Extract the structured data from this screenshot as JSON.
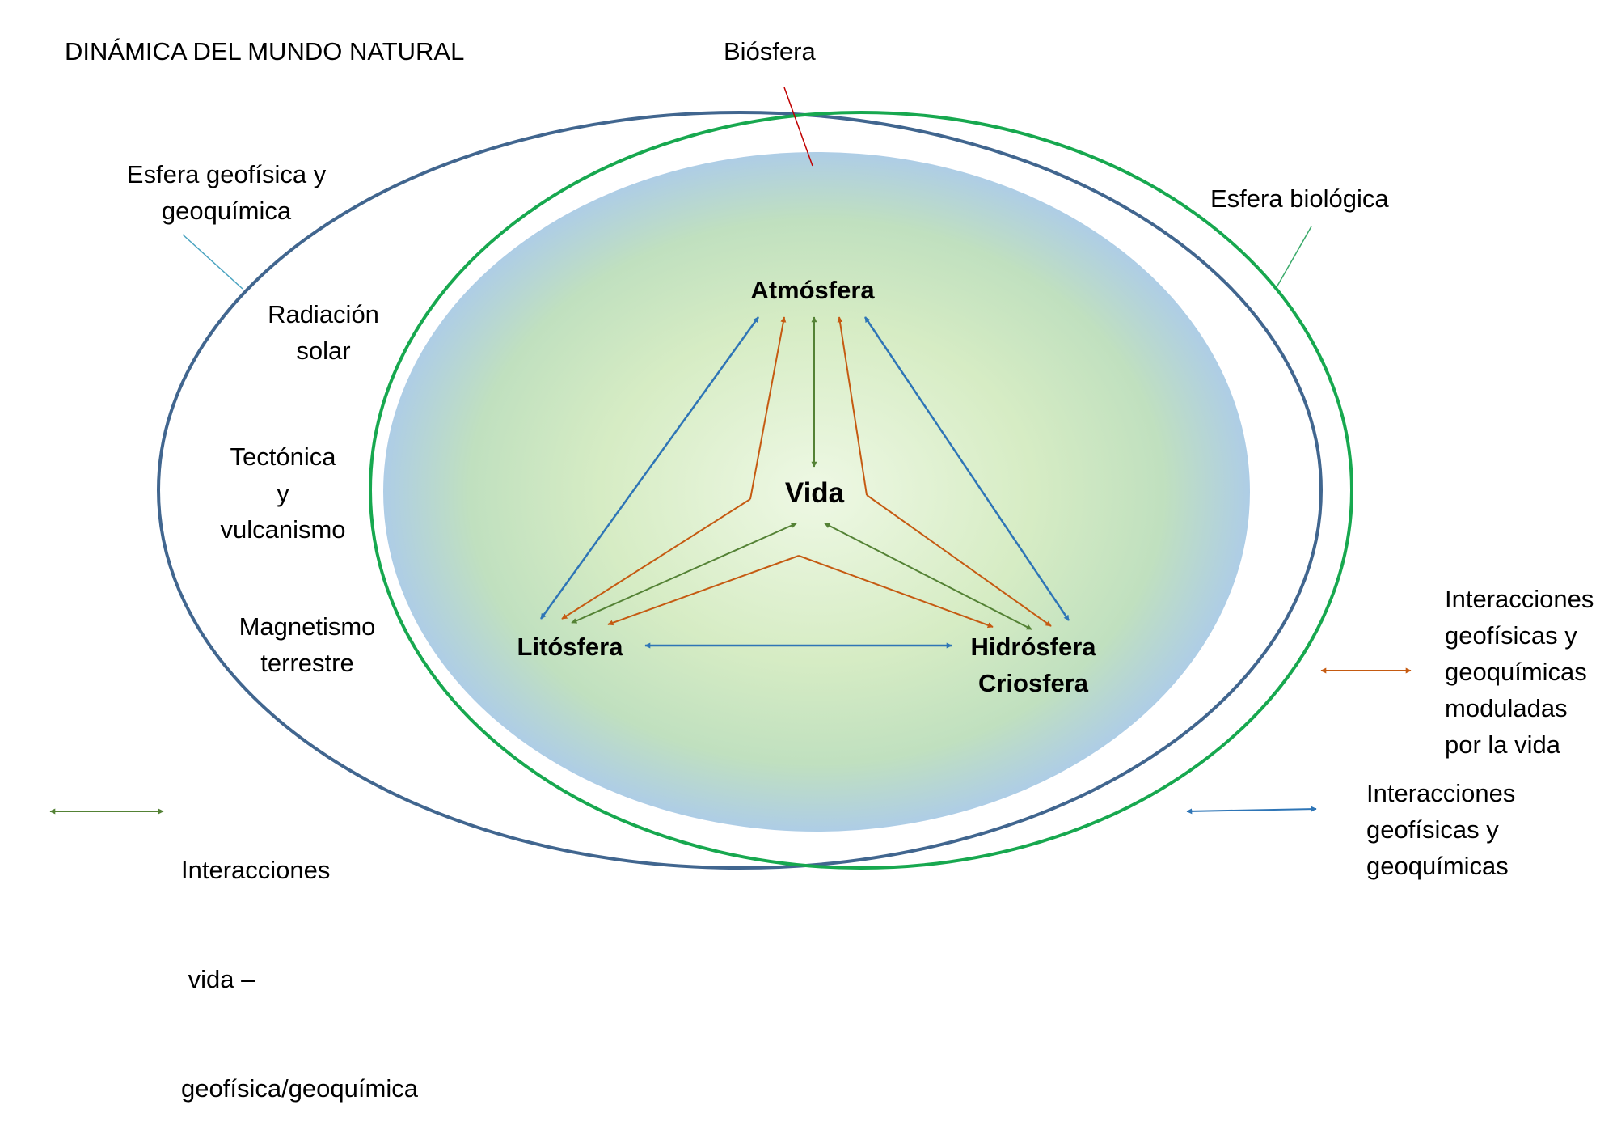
{
  "title": "DINÁMICA DEL MUNDO NATURAL",
  "biosphere_label": "Biósfera",
  "geophysical_sphere": [
    "Esfera geofísica y",
    "geoquímica"
  ],
  "biological_sphere": "Esfera biológica",
  "left_factors": {
    "solar": [
      "Radiación",
      "solar"
    ],
    "tectonics": [
      "Tectónica",
      "y",
      "vulcanismo"
    ],
    "magnetism": [
      "Magnetismo",
      "terrestre"
    ]
  },
  "nodes": {
    "atmosphere": "Atmósfera",
    "life": "Vida",
    "lithosphere": "Litósfera",
    "hydrosphere": [
      "Hidrósfera",
      "Criosfera"
    ]
  },
  "legend": {
    "orange": [
      "Interacciones",
      "geofísicas y",
      "geoquímicas",
      "moduladas",
      "por la vida"
    ],
    "green": [
      "Interacciones",
      " vida –",
      "geofísica/geoquímica"
    ],
    "blue": [
      "Interacciones",
      "geofísicas y",
      "geoquímicas"
    ]
  },
  "colors": {
    "geo_ellipse": "#41668f",
    "bio_ellipse": "#17a84f",
    "blue_arrow": "#2e75b6",
    "orange_arrow": "#c55a11",
    "green_arrow": "#548235",
    "callout_red": "#c00000",
    "callout_teal": "#4aa3c0",
    "callout_green": "#3aaa6a"
  }
}
